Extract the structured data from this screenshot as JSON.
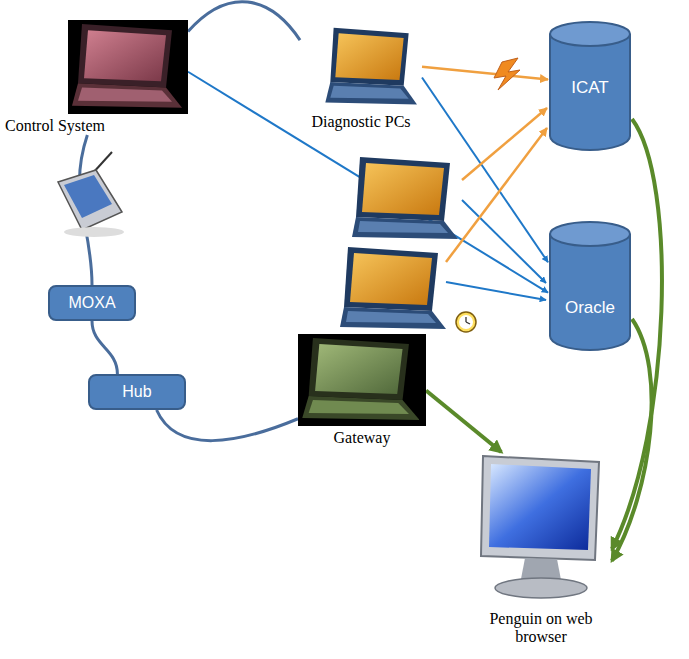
{
  "diagram": {
    "nodes": [
      {
        "text": [
          "Control System"
        ]
      },
      {
        "text": [
          "Diagnostic PCs"
        ]
      },
      {
        "text": [
          "MOXA"
        ]
      },
      {
        "text": [
          "Hub"
        ]
      },
      {
        "text": [
          "Gateway"
        ]
      },
      {
        "text": [
          "ICAT"
        ]
      },
      {
        "text": [
          "Oracle"
        ]
      },
      {
        "text": [
          "Penguin on web browser"
        ]
      }
    ],
    "edges": [
      {
        "from": 0,
        "to": 1,
        "arrow": "none"
      },
      {
        "from": 0,
        "to": 2,
        "arrow": "none"
      },
      {
        "from": 2,
        "to": 3,
        "arrow": "none"
      },
      {
        "from": 3,
        "to": 4,
        "arrow": "none"
      },
      {
        "from": 0,
        "to": 6,
        "arrow": "to"
      },
      {
        "from": 1,
        "to": 6,
        "arrow": "to"
      },
      {
        "from": 1,
        "to": 5,
        "arrow": "to"
      },
      {
        "from": 4,
        "to": 7,
        "arrow": "to"
      },
      {
        "from": 5,
        "to": 7,
        "arrow": "to"
      },
      {
        "from": 6,
        "to": 7,
        "arrow": "to"
      }
    ]
  }
}
